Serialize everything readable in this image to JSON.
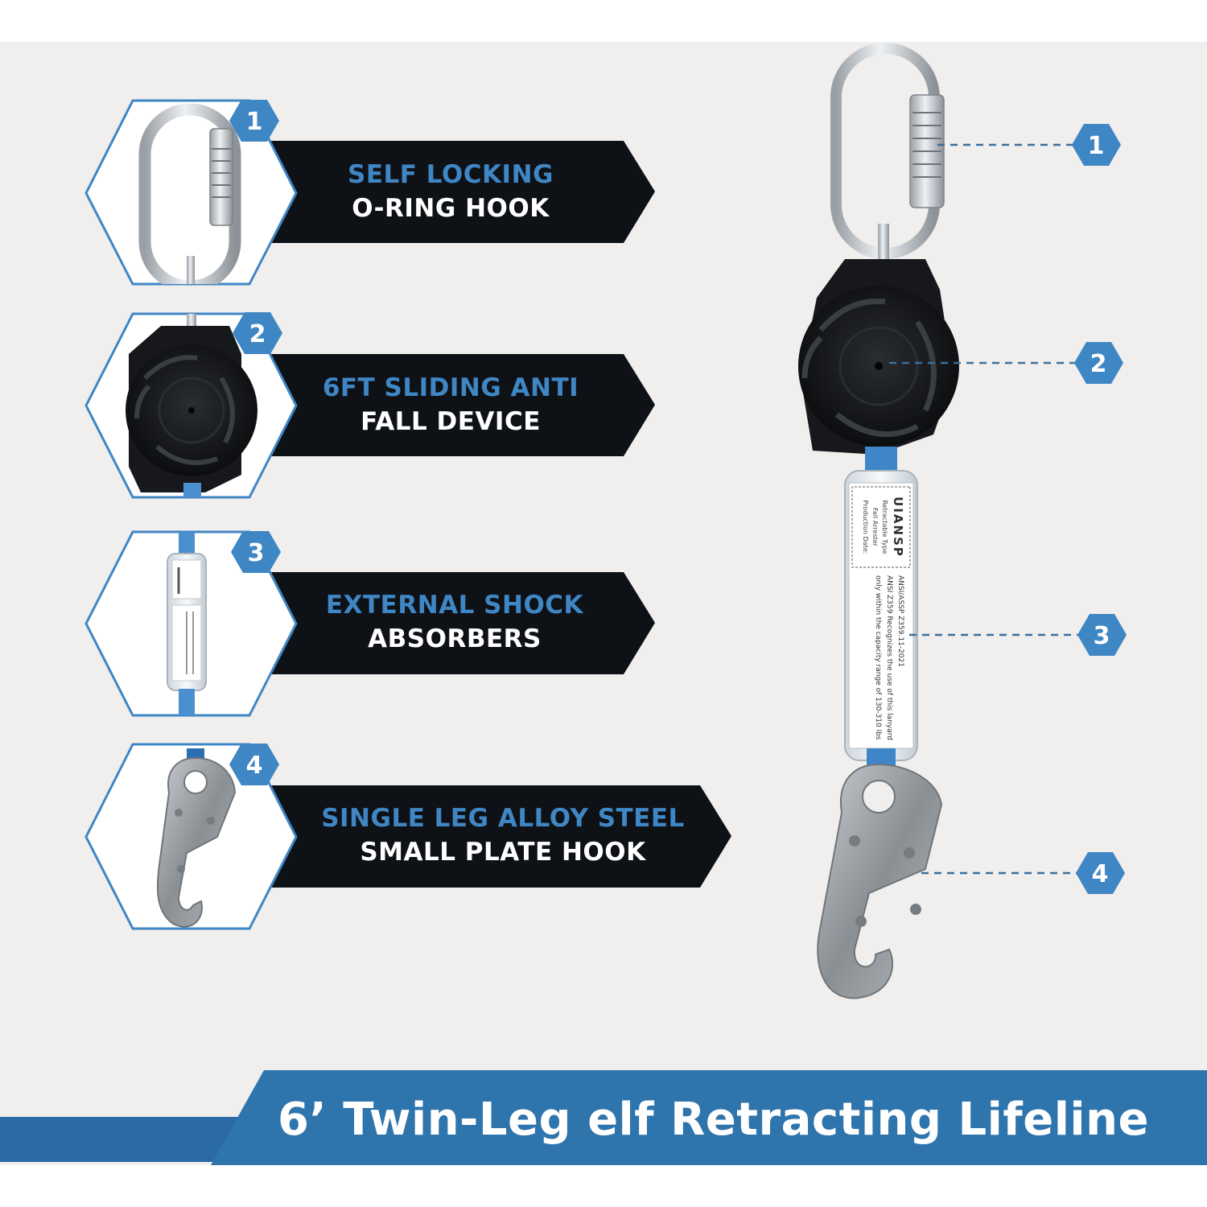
{
  "features": [
    {
      "number": "1",
      "line1": "SELF LOCKING",
      "line2": "O-RING HOOK"
    },
    {
      "number": "2",
      "line1": "6FT SLIDING ANTI",
      "line2": "FALL DEVICE"
    },
    {
      "number": "3",
      "line1": "EXTERNAL SHOCK",
      "line2": "ABSORBERS"
    },
    {
      "number": "4",
      "line1": "SINGLE LEG ALLOY STEEL",
      "line2": "SMALL PLATE HOOK"
    }
  ],
  "callouts": [
    "1",
    "2",
    "3",
    "4"
  ],
  "product_label": {
    "brand": "UIANSP",
    "line_a": "Retractable Type",
    "line_b": "Fall Arrester",
    "line_c": "Production Date:",
    "std_title": "ANSI/ASSP Z359.11-2021",
    "std_line1": "ANSI Z359 Recognizes the use of this lanyard",
    "std_line2": "only within the capacity range of 130-310 lbs"
  },
  "banner": {
    "title": "6’ Twin-Leg elf Retracting Lifeline"
  },
  "colors": {
    "accent": "#3f86c4",
    "dark": "#0e1116",
    "background": "#f0efee",
    "banner": "#2e74ad"
  }
}
